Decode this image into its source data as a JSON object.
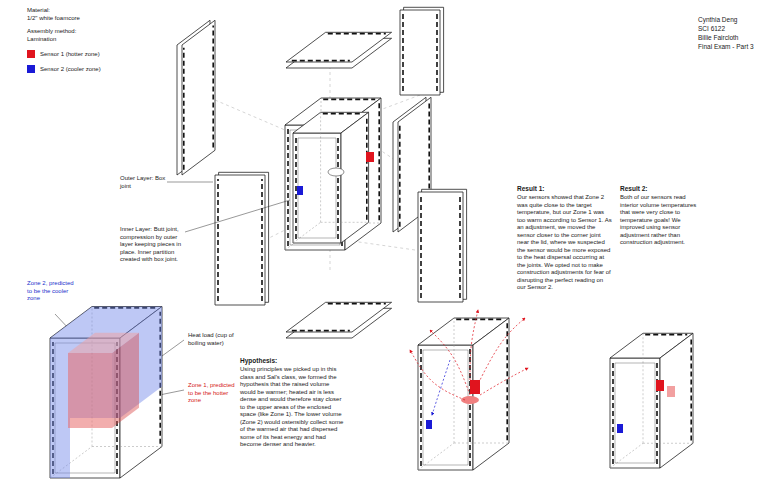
{
  "diagram": {
    "labels": [
      "Material:",
      "1/2\" white foamcore",
      "Assembly method:",
      "Lamination",
      "Cynthia Deng",
      "SCI 6122",
      "Billie Faircloth",
      "Final Exam - Part 3",
      "Outer Layer: Box joint",
      "Inner Layer: Butt joint, compression by outer layer keeping pieces in place. Inner partition created with box joint.",
      "Result 1:",
      "Our sensors showed that Zone 2 was quite close to the target temperature, but our Zone 1 was too warm according to Sensor 1. As an adjustment, we moved the sensor closer to the corner joint near the lid, where we suspected the sensor would be more exposed to the heat dispersal occurring at the joints. We opted not to make construction adjustments for fear of disrupting the perfect reading on our Sensor 2.",
      "Result 2:",
      "Both of our sensors read interior volume temperatures that were very close to temperature goals! We improved using sensor adjustment rather than construction adjustment.",
      "Zone 2, predicted to be the cooler zone",
      "Heat load (cup of boiling water)",
      "Hypothesis:",
      "Using principles we picked up in this class and Sal's class, we formed the hypothesis that the raised volume would be warmer; heated air is less dense and would therefore stay closer to the upper areas of the enclosed space (like Zone 1). The lower volume (Zone 2) would ostensibly collect some of the warmed air that had dispersed some of its heat energy and had become denser and heavier.",
      "Zone 1, predicted to be the hotter zone"
    ],
    "legend": [
      {
        "text": "Sensor 1 (hotter zone)",
        "color": "#e0141e"
      },
      {
        "text": "Sensor 2 (cooler zone)",
        "color": "#1a1ad6"
      }
    ]
  }
}
